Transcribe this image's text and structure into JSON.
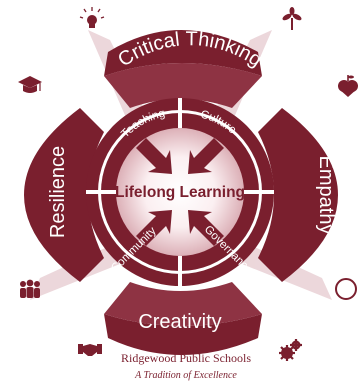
{
  "center": {
    "title": "Lifelong Learning"
  },
  "petals": {
    "top": "Critical Thinking",
    "right": "Empathy",
    "bottom": "Creativity",
    "left": "Resilience"
  },
  "ring": {
    "teaching": "Teaching",
    "culture": "Culture",
    "community": "Community",
    "governance": "Governance"
  },
  "org": {
    "name": "Ridgewood Public Schools",
    "tagline": "A Tradition of Excellence"
  },
  "icons": [
    "lightbulb-icon",
    "sprout-icon",
    "graduation-cap-icon",
    "apple-heart-icon",
    "people-group-icon",
    "compass-icon",
    "handshake-icon",
    "gears-icon"
  ],
  "colors": {
    "primary": "#7a1f2e",
    "light": "#f6e6e8",
    "mid": "#b97a83"
  }
}
